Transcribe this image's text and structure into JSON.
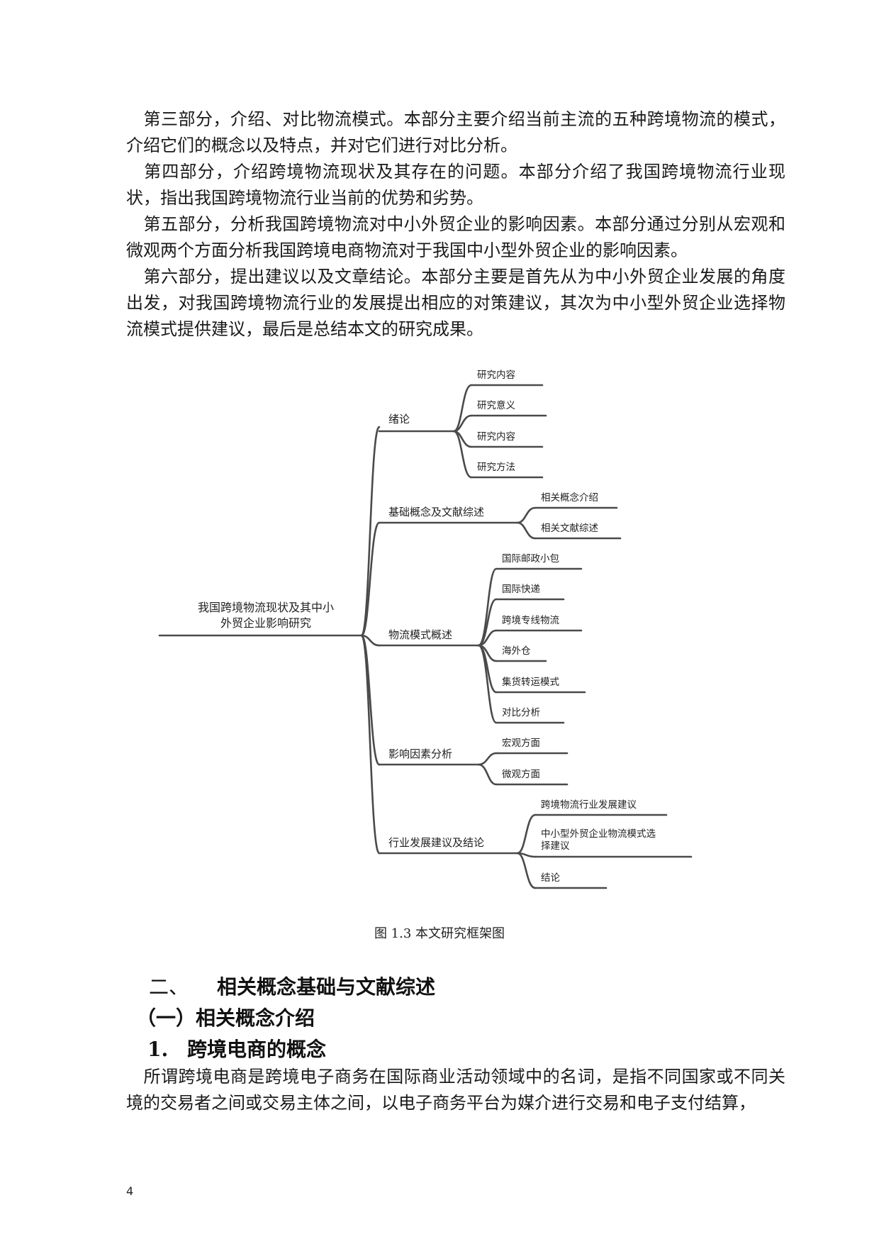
{
  "paragraphs": [
    "第三部分，介绍、对比物流模式。本部分主要介绍当前主流的五种跨境物流的模式，介绍它们的概念以及特点，并对它们进行对比分析。",
    "第四部分，介绍跨境物流现状及其存在的问题。本部分介绍了我国跨境物流行业现状，指出我国跨境物流行业当前的优势和劣势。",
    "第五部分，分析我国跨境物流对中小外贸企业的影响因素。本部分通过分别从宏观和微观两个方面分析我国跨境电商物流对于我国中小型外贸企业的影响因素。",
    "第六部分，提出建议以及文章结论。本部分主要是首先从为中小外贸企业发展的角度出发，对我国跨境物流行业的发展提出相应的对策建议，其次为中小型外贸企业选择物流模式提供建议，最后是总结本文的研究成果。"
  ],
  "mindmap": {
    "root": {
      "line1": "我国跨境物流现状及其中小",
      "line2": "外贸企业影响研究"
    },
    "branches": [
      {
        "label": "绪论",
        "children": [
          "研究内容",
          "研究意义",
          "研究内容",
          "研究方法"
        ]
      },
      {
        "label": "基础概念及文献综述",
        "children": [
          "相关概念介绍",
          "相关文献综述"
        ]
      },
      {
        "label": "物流模式概述",
        "children": [
          "国际邮政小包",
          "国际快递",
          "跨境专线物流",
          "海外仓",
          "集货转运模式",
          "对比分析"
        ]
      },
      {
        "label": "影响因素分析",
        "children": [
          "宏观方面",
          "微观方面"
        ]
      },
      {
        "label": "行业发展建议及结论",
        "children": [
          "跨境物流行业发展建议",
          "中小型外贸企业物流模式选",
          "择建议",
          "结论"
        ]
      }
    ]
  },
  "caption": "图  1.3 本文研究框架图",
  "heading1": {
    "num": "二、",
    "text": "相关概念基础与文献综述"
  },
  "heading2": "（一）相关概念介绍",
  "heading3": {
    "num": "1.",
    "text": "跨境电商的概念"
  },
  "last_paragraph": "所谓跨境电商是跨境电子商务在国际商业活动领域中的名词，是指不同国家或不同关境的交易者之间或交易主体之间，以电子商务平台为媒介进行交易和电子支付结算，",
  "page_number": "4"
}
